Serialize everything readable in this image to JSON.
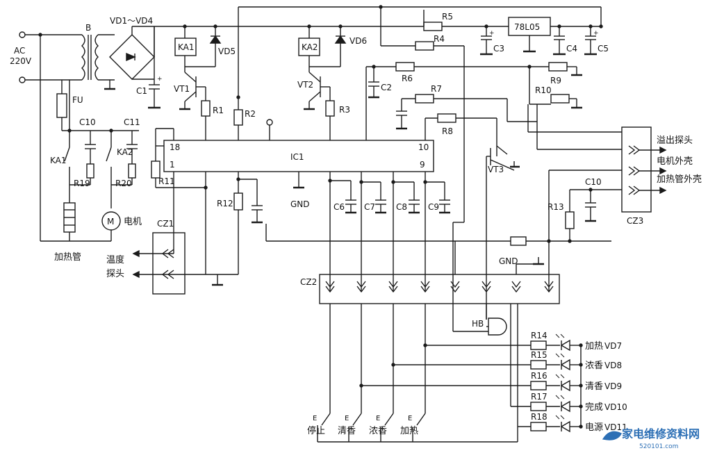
{
  "power": {
    "ac": "AC",
    "voltage": "220V",
    "transformer": "B",
    "bridge": "VD1～VD4",
    "fuse": "FU"
  },
  "components": {
    "KA1": "KA1",
    "KA2": "KA2",
    "VD5": "VD5",
    "VD6": "VD6",
    "VT1": "VT1",
    "VT2": "VT2",
    "VT3": "VT3",
    "C1": "C1",
    "C2": "C2",
    "C3": "C3",
    "C4": "C4",
    "C5": "C5",
    "C6": "C6",
    "C7": "C7",
    "C8": "C8",
    "C9": "C9",
    "C10a": "C10",
    "C10b": "C10",
    "C11": "C11",
    "R1": "R1",
    "R2": "R2",
    "R3": "R3",
    "R4": "R4",
    "R5": "R5",
    "R6": "R6",
    "R7": "R7",
    "R8": "R8",
    "R9": "R9",
    "R10": "R10",
    "R11": "R11",
    "R12": "R12",
    "R13": "R13",
    "R14": "R14",
    "R15": "R15",
    "R16": "R16",
    "R17": "R17",
    "R18": "R18",
    "R19": "R19",
    "R20": "R20",
    "regulator": "78L05",
    "ic": "IC1",
    "pin18": "18",
    "pin1": "1",
    "pin10": "10",
    "pin9": "9",
    "gnd1": "GND",
    "gnd2": "GND",
    "buzzer": "HB",
    "motor": "M",
    "CZ1": "CZ1",
    "CZ2": "CZ2",
    "CZ3": "CZ3"
  },
  "labels": {
    "heater": "加热管",
    "motor": "电机",
    "temp_probe_1": "温度",
    "temp_probe_2": "探头",
    "overflow_probe": "溢出探头",
    "motor_housing": "电机外壳",
    "heater_housing": "加热管外壳"
  },
  "leds": [
    {
      "resistor": "R14",
      "label": "加热",
      "name": "VD7"
    },
    {
      "resistor": "R15",
      "label": "浓香",
      "name": "VD8"
    },
    {
      "resistor": "R16",
      "label": "清香",
      "name": "VD9"
    },
    {
      "resistor": "R17",
      "label": "完成",
      "name": "VD10"
    },
    {
      "resistor": "R18",
      "label": "电源",
      "name": "VD11"
    }
  ],
  "keys": [
    {
      "code": "E",
      "label": "停止"
    },
    {
      "code": "E",
      "label": "清香"
    },
    {
      "code": "E",
      "label": "浓香"
    },
    {
      "code": "E",
      "label": "加热"
    }
  ],
  "watermark": {
    "title": "家电维修资料网",
    "url": "520101.com"
  }
}
